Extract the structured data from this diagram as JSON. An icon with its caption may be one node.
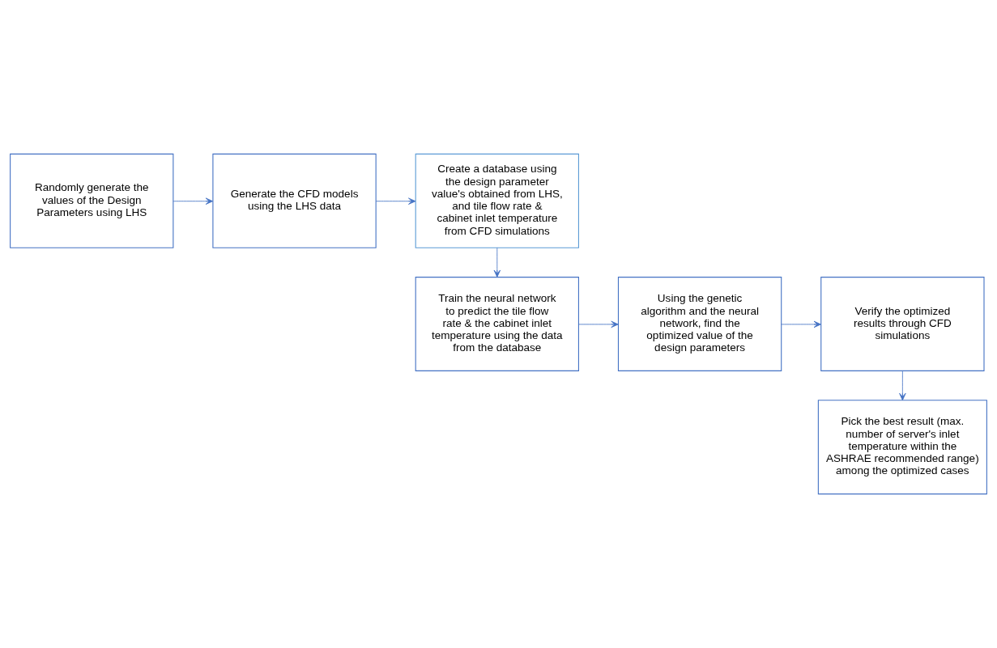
{
  "diagram": {
    "nodes": [
      {
        "text": [
          "Randomly generate the values of the Design Parameters using LHS"
        ]
      },
      {
        "text": [
          "Generate the CFD models using the LHS data"
        ]
      },
      {
        "text": [
          "Create a database using the design parameter value's obtained from LHS, and tile flow rate & cabinet inlet temperature from CFD simulations"
        ]
      },
      {
        "text": [
          "Train the neural network to predict the tile flow rate & the cabinet inlet temperature using the data from the database"
        ]
      },
      {
        "text": [
          "Using the genetic algorithm and the neural network, find the optimized value of the design parameters"
        ]
      },
      {
        "text": [
          "Verify the optimized results through CFD simulations"
        ]
      },
      {
        "text": [
          "Pick the best result (max. number of server's inlet temperature within the ASHRAE recommended range) among the optimized cases"
        ]
      }
    ],
    "edges": [
      {
        "from": 0,
        "to": 1,
        "arrow": "to"
      },
      {
        "from": 1,
        "to": 2,
        "arrow": "to"
      },
      {
        "from": 2,
        "to": 3,
        "arrow": "to"
      },
      {
        "from": 3,
        "to": 4,
        "arrow": "to"
      },
      {
        "from": 4,
        "to": 5,
        "arrow": "to"
      },
      {
        "from": 5,
        "to": 6,
        "arrow": "to"
      }
    ]
  }
}
